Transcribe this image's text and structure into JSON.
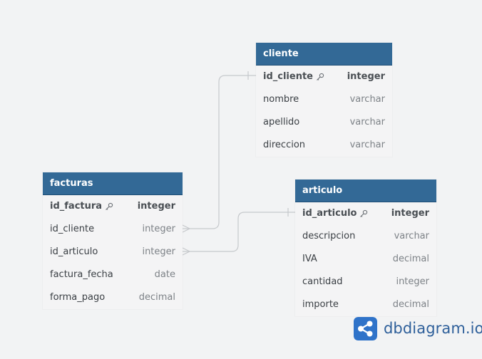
{
  "colors": {
    "header": "#336996",
    "body": "#f4f4f5",
    "canvas": "#f2f3f4",
    "edge": "#c6c9cc",
    "brand": "#2e5f9a",
    "brand_logo": "#2f73c9"
  },
  "tables": {
    "cliente": {
      "name": "cliente",
      "fields": [
        {
          "name": "id_cliente",
          "type": "integer",
          "pk": true
        },
        {
          "name": "nombre",
          "type": "varchar"
        },
        {
          "name": "apellido",
          "type": "varchar"
        },
        {
          "name": "direccion",
          "type": "varchar"
        }
      ]
    },
    "facturas": {
      "name": "facturas",
      "fields": [
        {
          "name": "id_factura",
          "type": "integer",
          "pk": true
        },
        {
          "name": "id_cliente",
          "type": "integer"
        },
        {
          "name": "id_articulo",
          "type": "integer"
        },
        {
          "name": "factura_fecha",
          "type": "date"
        },
        {
          "name": "forma_pago",
          "type": "decimal"
        }
      ]
    },
    "articulo": {
      "name": "articulo",
      "fields": [
        {
          "name": "id_articulo",
          "type": "integer",
          "pk": true
        },
        {
          "name": "descripcion",
          "type": "varchar"
        },
        {
          "name": "IVA",
          "type": "decimal"
        },
        {
          "name": "cantidad",
          "type": "integer"
        },
        {
          "name": "importe",
          "type": "decimal"
        }
      ]
    }
  },
  "relationships": [
    {
      "from_table": "facturas",
      "from_field": "id_cliente",
      "to_table": "cliente",
      "to_field": "id_cliente",
      "from_card": "many",
      "to_card": "one"
    },
    {
      "from_table": "facturas",
      "from_field": "id_articulo",
      "to_table": "articulo",
      "to_field": "id_articulo",
      "from_card": "many",
      "to_card": "one"
    }
  ],
  "brand": {
    "name": "dbdiagram.io",
    "icon": "share-nodes-icon"
  }
}
